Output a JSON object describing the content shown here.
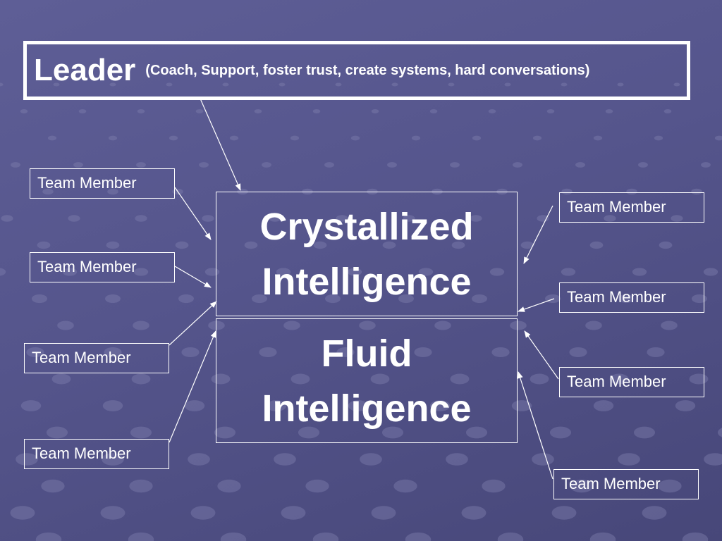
{
  "leader": {
    "title": "Leader",
    "subtitle": "(Coach, Support, foster trust, create systems, hard conversations)"
  },
  "center": {
    "crystallized": {
      "line1": "Crystallized",
      "line2": "Intelligence"
    },
    "fluid": {
      "line1": "Fluid",
      "line2": "Intelligence"
    }
  },
  "team_members": {
    "left": [
      "Team Member",
      "Team Member",
      "Team Member",
      "Team Member"
    ],
    "right": [
      "Team Member",
      "Team Member",
      "Team Member",
      "Team Member"
    ]
  },
  "colors": {
    "background": "#55558c",
    "foreground": "#ffffff"
  }
}
